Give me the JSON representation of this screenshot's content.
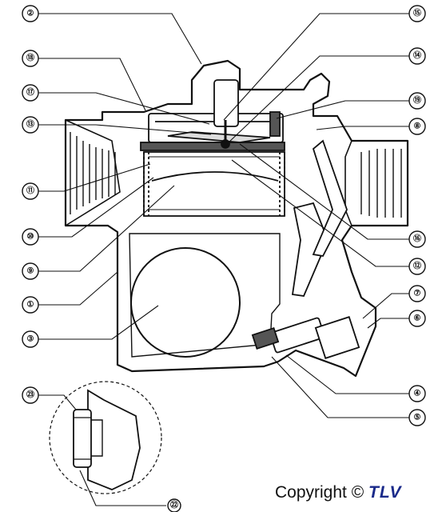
{
  "callouts": [
    {
      "label": "②"
    },
    {
      "label": "⑱"
    },
    {
      "label": "⑰"
    },
    {
      "label": "⑬"
    },
    {
      "label": "⑪"
    },
    {
      "label": "⑩"
    },
    {
      "label": "⑨"
    },
    {
      "label": "①"
    },
    {
      "label": "③"
    },
    {
      "label": "⑮"
    },
    {
      "label": "⑭"
    },
    {
      "label": "⑲"
    },
    {
      "label": "⑧"
    },
    {
      "label": "⑯"
    },
    {
      "label": "⑫"
    },
    {
      "label": "⑦"
    },
    {
      "label": "⑥"
    },
    {
      "label": "④"
    },
    {
      "label": "⑤"
    },
    {
      "label": "㉓"
    },
    {
      "label": "㉒"
    }
  ],
  "copyright": {
    "text": "Copyright ©",
    "brand": "TLV",
    "brand_color": "#1a2a8a"
  },
  "colors": {
    "line": "#111111",
    "fill": "#ffffff",
    "shade": "#555555"
  }
}
